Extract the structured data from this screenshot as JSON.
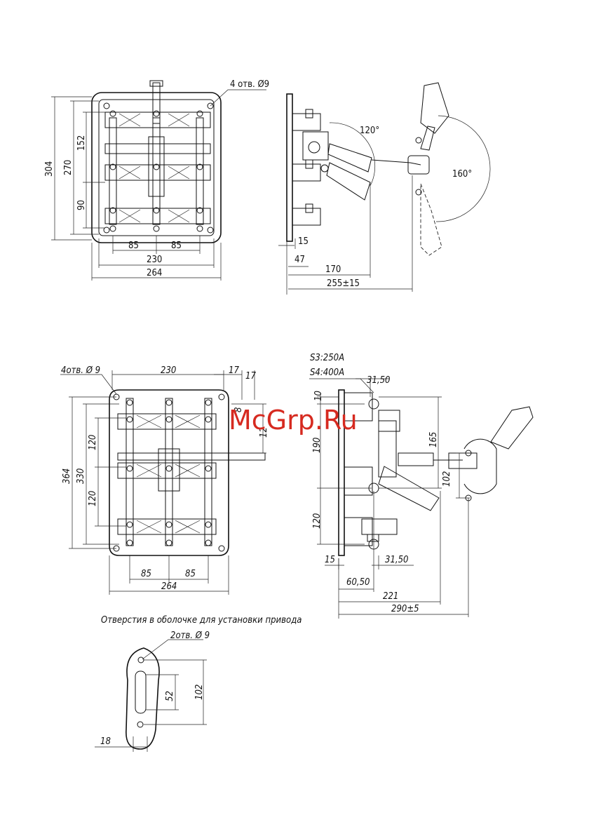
{
  "top_front": {
    "holes_note": "4 отв. Ø9",
    "d304": "304",
    "d270": "270",
    "d152": "152",
    "d90": "90",
    "d85a": "85",
    "d85b": "85",
    "d230": "230",
    "d264": "264"
  },
  "top_side": {
    "a120": "120°",
    "a160": "160°",
    "d15": "15",
    "d47": "47",
    "d170": "170",
    "d255": "255±15"
  },
  "bot_front": {
    "holes_note": "4отв. Ø 9",
    "d230": "230",
    "d17a": "17",
    "d17b": "17",
    "d364": "364",
    "d330": "330",
    "d120a": "120",
    "d120b": "120",
    "d120c": "12",
    "d8": "8",
    "d85a": "85",
    "d85b": "85",
    "d264": "264"
  },
  "bot_side": {
    "s3": "S3:250A",
    "s4": "S4:400A",
    "d3150a": "31,50",
    "d10": "10",
    "d190": "190",
    "d165": "165",
    "d102": "102",
    "d120": "120",
    "d15": "15",
    "d3150b": "31,50",
    "d6050": "60,50",
    "d221": "221",
    "d290": "290±5"
  },
  "hole_detail": {
    "caption": "Отверстия в оболочке для установки привода",
    "holes_note": "2отв. Ø 9",
    "d52": "52",
    "d102": "102",
    "d18": "18"
  },
  "watermark": "McGrp.Ru"
}
